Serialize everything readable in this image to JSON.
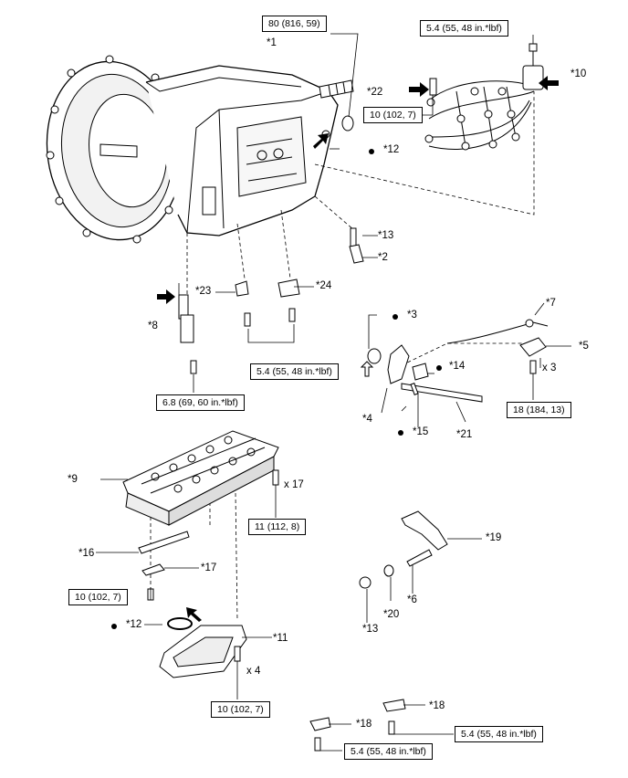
{
  "parts": {
    "p1": "*1",
    "p2": "*2",
    "p3": "*3",
    "p4": "*4",
    "p5": "*5",
    "p6": "*6",
    "p7": "*7",
    "p8": "*8",
    "p9": "*9",
    "p10": "*10",
    "p11": "*11",
    "p12a": "*12",
    "p12b": "*12",
    "p13a": "*13",
    "p13b": "*13",
    "p14": "*14",
    "p15": "*15",
    "p16": "*16",
    "p17": "*17",
    "p18a": "*18",
    "p18b": "*18",
    "p19": "*19",
    "p20": "*20",
    "p21": "*21",
    "p22": "*22",
    "p23": "*23",
    "p24": "*24"
  },
  "qty": {
    "q17": "x 17",
    "q3": "x 3",
    "q4": "x 4"
  },
  "torque": {
    "t80": "80 (816, 59)",
    "t54_top": "5.4 (55, 48 in.*lbf)",
    "t10_sensor": "10 (102, 7)",
    "t54_mid": "5.4 (55, 48 in.*lbf)",
    "t68": "6.8 (69, 60 in.*lbf)",
    "t18": "18 (184, 13)",
    "t11": "11 (112, 8)",
    "t10_left": "10 (102, 7)",
    "t10_bottom": "10 (102, 7)",
    "t54_br": "5.4 (55, 48 in.*lbf)",
    "t54_bl": "5.4 (55, 48 in.*lbf)"
  }
}
